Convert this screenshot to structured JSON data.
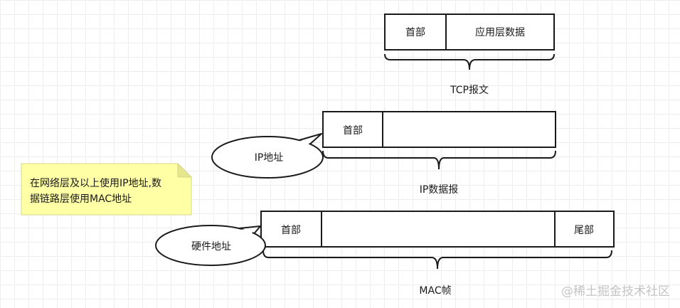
{
  "tcp": {
    "header_label": "首部",
    "data_label": "应用层数据",
    "caption": "TCP报文"
  },
  "ip": {
    "header_label": "首部",
    "caption": "IP数据报",
    "callout_label": "IP地址"
  },
  "mac": {
    "header_label": "首部",
    "trailer_label": "尾部",
    "caption": "MAC帧",
    "callout_label": "硬件地址"
  },
  "note": {
    "line1": "在网络层及以上使用IP地址,数",
    "line2": "据链路层使用MAC地址"
  },
  "watermark": "@稀土掘金技术社区",
  "colors": {
    "stroke": "#1a1a1a",
    "note_fill": "#ffffa6",
    "note_stroke": "#d6d68a",
    "grid": "#ededed"
  }
}
